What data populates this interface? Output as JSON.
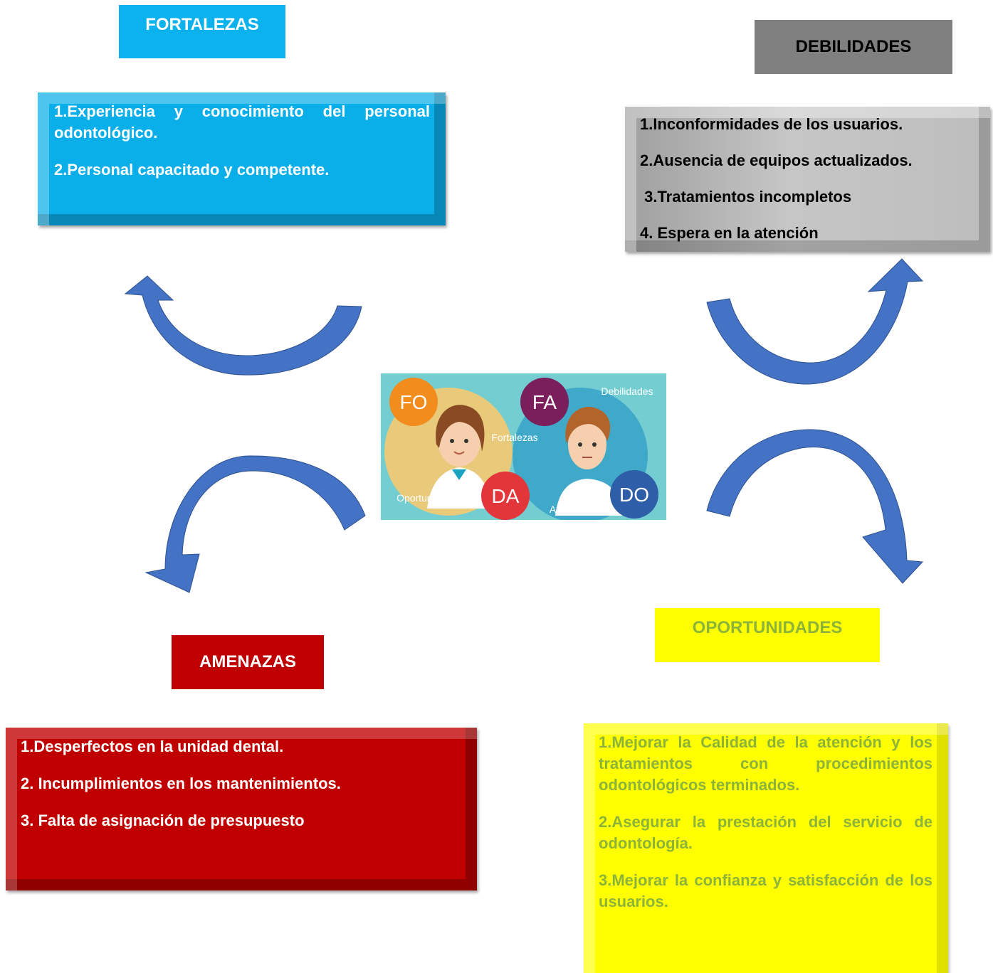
{
  "fortalezas": {
    "title": "FORTALEZAS",
    "items": [
      "1.Experiencia y conocimiento del personal odontológico.",
      "2.Personal capacitado y competente."
    ]
  },
  "debilidades": {
    "title": "DEBILIDADES",
    "items": [
      "1.Inconformidades de los usuarios.",
      "2.Ausencia de equipos actualizados.",
      " 3.Tratamientos incompletos",
      "4. Espera en la atención"
    ]
  },
  "amenazas": {
    "title": "AMENAZAS",
    "items": [
      "1.Desperfectos en la unidad dental.",
      "2. Incumplimientos en los mantenimientos.",
      "3. Falta de asignación de presupuesto"
    ]
  },
  "oportunidades": {
    "title": "OPORTUNIDADES",
    "items": [
      "1.Mejorar la Calidad de la atención y los tratamientos con procedimientos odontológicos terminados.",
      "2.Asegurar la prestación del servicio de odontología.",
      "3.Mejorar la confianza y satisfacción de los usuarios."
    ]
  },
  "center_image": {
    "badges": [
      "FO",
      "FA",
      "DA",
      "DO"
    ],
    "labels": [
      "Debilidades",
      "Fortalezas",
      "Oportunidades",
      "Amenazas"
    ]
  },
  "colors": {
    "fortalezas": "#0aafe9",
    "debilidades": "#808080",
    "amenazas": "#c00000",
    "oportunidades": "#ffff00",
    "arrow": "#4472c4"
  }
}
